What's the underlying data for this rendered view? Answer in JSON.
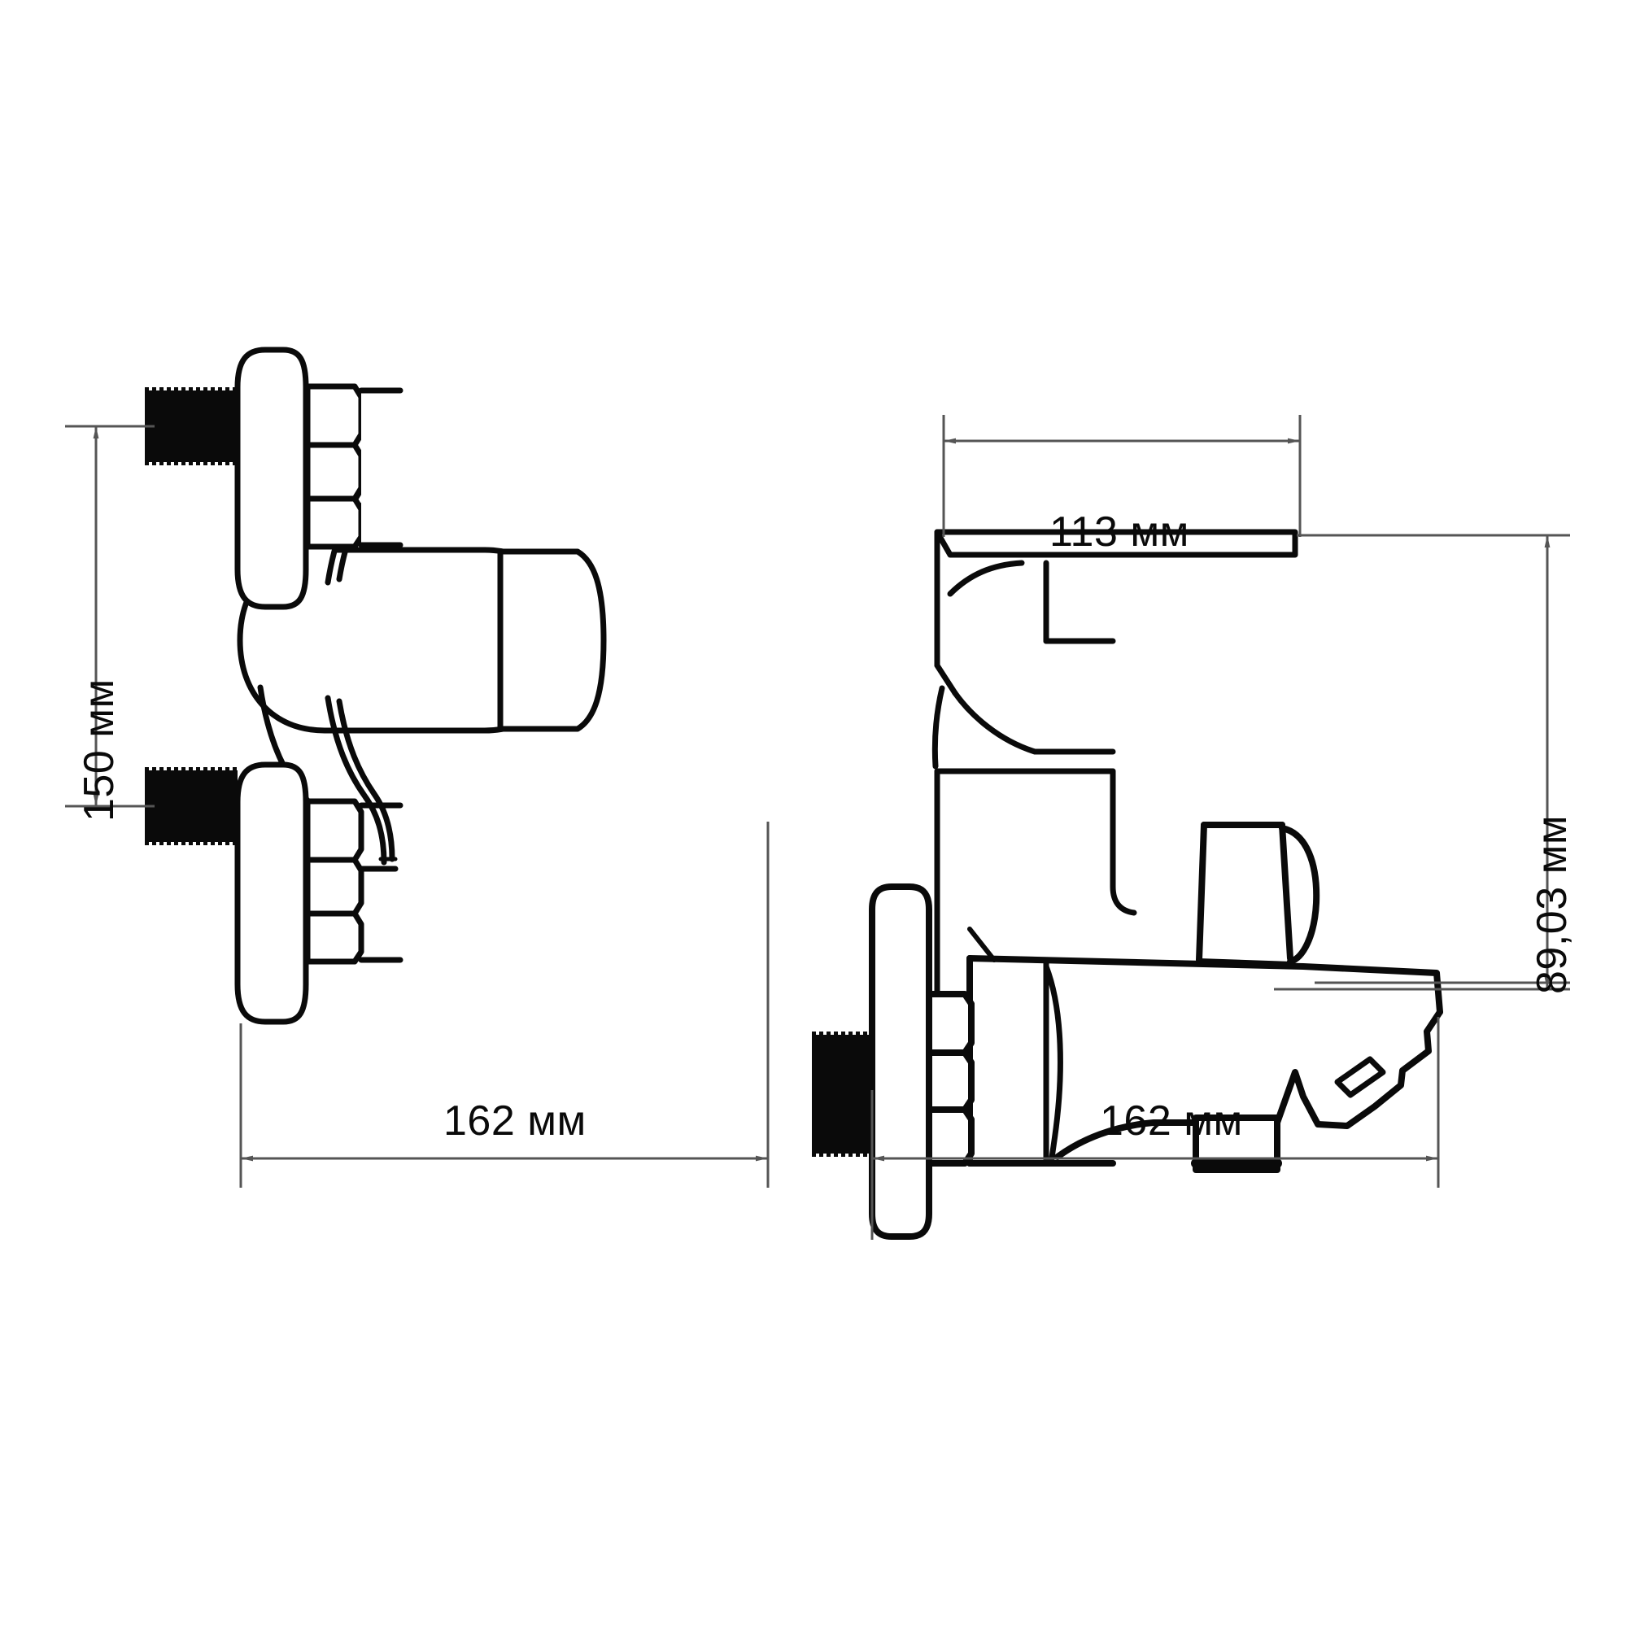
{
  "document": {
    "type": "technical-drawing",
    "subject": "wall-mounted bath and shower mixer tap",
    "background_color": "#ffffff",
    "line_color": "#0a0a0a",
    "dimension_line_color": "#555555",
    "unit_label": "мм"
  },
  "views": {
    "front": {
      "name": "front-view",
      "dimensions": {
        "height": {
          "value": "150",
          "unit": "мм",
          "label": "150 мм",
          "orientation": "vertical",
          "position": "left"
        },
        "width": {
          "value": "162",
          "unit": "мм",
          "label": "162 мм",
          "orientation": "horizontal",
          "position": "bottom"
        }
      },
      "parts": [
        "threaded-inlet-nipple-top",
        "escutcheon-flange-top",
        "hex-nut-top",
        "threaded-inlet-nipple-bottom",
        "escutcheon-flange-bottom",
        "hex-nut-bottom",
        "mixer-body",
        "spout-outlet"
      ]
    },
    "side": {
      "name": "side-view",
      "dimensions": {
        "lever_reach": {
          "value": "113",
          "unit": "мм",
          "label": "113 мм",
          "orientation": "horizontal",
          "position": "top"
        },
        "height": {
          "value": "89,03",
          "unit": "мм",
          "label": "89,03 мм",
          "orientation": "vertical",
          "position": "right"
        },
        "depth": {
          "value": "162",
          "unit": "мм",
          "label": "162 мм",
          "orientation": "horizontal",
          "position": "bottom"
        }
      },
      "parts": [
        "lever-handle",
        "mixer-body",
        "diverter-knob",
        "threaded-inlet-nipple",
        "escutcheon-flange",
        "hex-nut",
        "spout-outlet",
        "shower-hose-connector"
      ]
    }
  },
  "labels": {
    "front_height": "150 мм",
    "front_width": "162 мм",
    "side_top": "113 мм",
    "side_height": "89,03 мм",
    "side_width": "162 мм"
  }
}
